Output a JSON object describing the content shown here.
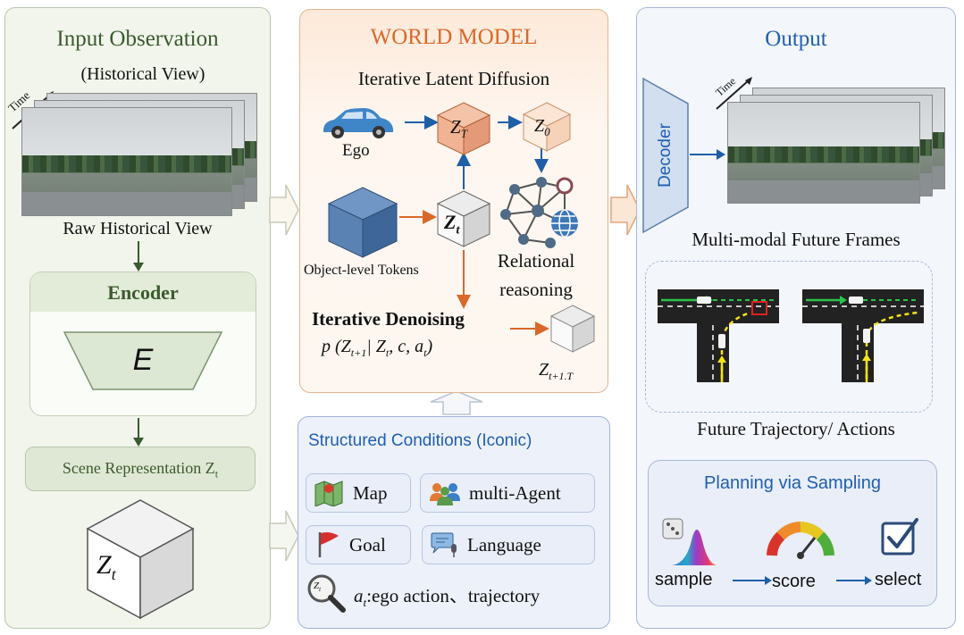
{
  "left_panel": {
    "title": "Input Observation",
    "historical_view": "(Historical View)",
    "time_label": "Time",
    "raw_view_label": "Raw Historical View",
    "encoder_title": "Encoder",
    "encoder_symbol": "E",
    "scene_label": "Scene Representation Z",
    "scene_sub": "t",
    "cube_label": "Z",
    "cube_sub": "t"
  },
  "world_model": {
    "title": "WORLD MODEL",
    "subtitle": "Iterative Latent Diffusion",
    "ego_label": "Ego",
    "zT": "Z",
    "zT_sub": "T",
    "z0": "Z",
    "z0_sub": "0",
    "zt": "Z",
    "zt_sub": "t",
    "object_tokens": "Object-level Tokens",
    "relational": "Relational",
    "reasoning": "reasoning",
    "denoising": "Iterative Denoising",
    "formula": "p (Z",
    "formula_sub1": "t+1",
    "formula_mid": "| Z",
    "formula_sub2": "t",
    "formula_end": ", c, a",
    "formula_sub3": "t",
    "formula_close": ")",
    "znext": "Z",
    "znext_sub": "t+1.T"
  },
  "conditions": {
    "title": "Structured Conditions (Iconic)",
    "items": [
      "Map",
      "multi-Agent",
      "Goal",
      "Language"
    ],
    "action_prefix": "a",
    "action_sub": "t",
    "action_text": ":ego action、trajectory",
    "magnifier_label": "Z",
    "magnifier_sub": "t"
  },
  "output": {
    "title": "Output",
    "decoder": "Decoder",
    "time_label": "Time",
    "frames_label": "Multi-modal Future Frames",
    "trajectory_label": "Future Trajectory/ Actions",
    "planning_title": "Planning via Sampling",
    "steps": [
      "sample",
      "score",
      "select"
    ]
  },
  "colors": {
    "left_bg": "#f1f5ec",
    "left_border": "#b9c6ad",
    "world_bg": "#fdf1e7",
    "world_border": "#e3b690",
    "world_title": "#d9692a",
    "cond_bg": "#edf1fa",
    "cond_border": "#9fb3d7",
    "out_bg": "#f3f6fb",
    "out_border": "#a9b9d4",
    "blue_title": "#1f5fb0",
    "arrow_blue": "#1f5fa8",
    "arrow_orange": "#d9692a",
    "arrow_green": "#3a5a2f"
  }
}
